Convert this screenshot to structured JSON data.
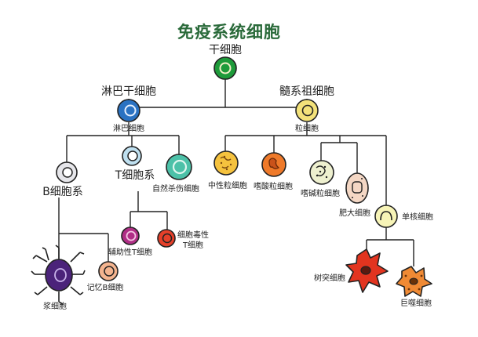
{
  "title": "免疫系统细胞",
  "cells": {
    "stem": "干细胞",
    "lymphoid_stem": "淋巴干细胞",
    "myeloid_stem": "髓系祖细胞",
    "lymphocyte": "淋巴细胞",
    "granulocyte": "粒细胞",
    "b_cell": "B细胞系",
    "t_cell": "T细胞系",
    "nk_cell": "自然杀伤细胞",
    "neutrophil": "中性粒细胞",
    "eosinophil": "嗜酸粒细胞",
    "basophil": "嗜碱粒细胞",
    "mast_cell": "肥大细胞",
    "monocyte": "单核细胞",
    "helper_t_line1": "辅助性",
    "helper_t_line2": "T细胞",
    "cytotoxic_t_line1": "细胞毒性",
    "cytotoxic_t_line2": "T细胞",
    "memory_b": "记忆B细胞",
    "plasma_cell": "浆细胞",
    "dendritic_cell": "树突细胞",
    "macrophage": "巨噬细胞"
  },
  "colors": {
    "stem": "#1e9b3a",
    "lymphoid": "#2a72c2",
    "myeloid": "#f3e27a",
    "b_cell": "#e6e6ea",
    "t_cell": "#bfe0f0",
    "nk": "#4cc1a8",
    "neutrophil": "#f5c23e",
    "eosinophil": "#ef7a2a",
    "basophil": "#eef0cf",
    "mast": "#f4d7c4",
    "monocyte": "#f7f4b7",
    "helper_t": "#b02e86",
    "cytotoxic_t": "#e6402a",
    "plasma": "#4b237a",
    "memory_b": "#f4b48f",
    "dendritic": "#e2341f",
    "macrophage": "#f08a34",
    "title": "#2a6a3a"
  }
}
